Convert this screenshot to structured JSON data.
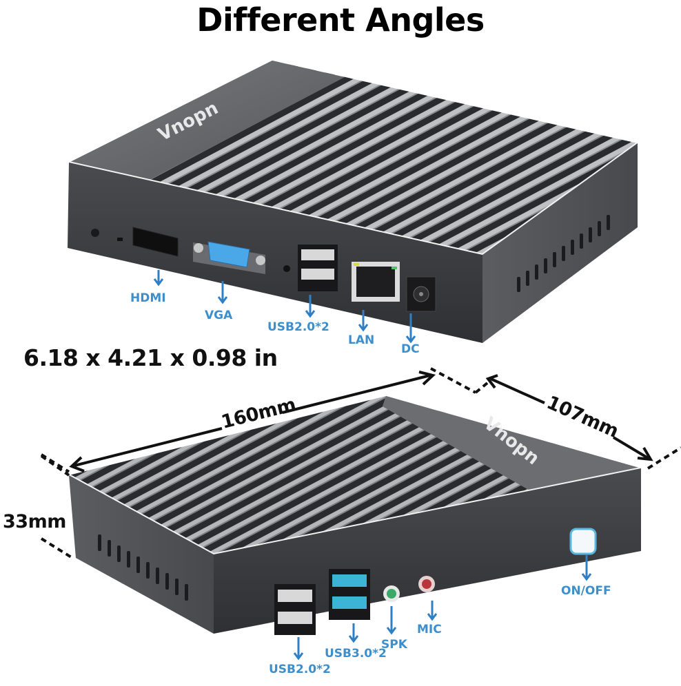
{
  "title": "Different Angles",
  "brand_logo": "Vnopn",
  "dimensions": {
    "imperial": "6.18 x 4.21 x 0.98 in",
    "length": "160mm",
    "width": "107mm",
    "height": "33mm"
  },
  "top_view": {
    "ports": [
      {
        "id": "hdmi",
        "label": "HDMI",
        "icon": "hdmi-port-icon"
      },
      {
        "id": "vga",
        "label": "VGA",
        "icon": "vga-port-icon"
      },
      {
        "id": "usb2",
        "label": "USB2.0*2",
        "icon": "usb-port-icon"
      },
      {
        "id": "lan",
        "label": "LAN",
        "icon": "ethernet-port-icon"
      },
      {
        "id": "dc",
        "label": "DC",
        "icon": "dc-power-jack-icon"
      }
    ]
  },
  "bottom_view": {
    "ports": [
      {
        "id": "usb2",
        "label": "USB2.0*2",
        "icon": "usb-port-icon"
      },
      {
        "id": "usb3",
        "label": "USB3.0*2",
        "icon": "usb3-port-icon"
      },
      {
        "id": "spk",
        "label": "SPK",
        "icon": "speaker-jack-icon"
      },
      {
        "id": "mic",
        "label": "MIC",
        "icon": "microphone-jack-icon"
      },
      {
        "id": "power",
        "label": "ON/OFF",
        "icon": "power-button-icon"
      }
    ]
  },
  "colors": {
    "label_blue": "#3d8fcc",
    "arrow_blue": "#2f7fc6",
    "usb3_blue": "#3cb4d8",
    "spk_green": "#3aa96a",
    "mic_red": "#b8353a",
    "vga_blue": "#4aa8e8",
    "chassis": "#5a5b5e",
    "chassis_dark": "#3a3b3e"
  }
}
